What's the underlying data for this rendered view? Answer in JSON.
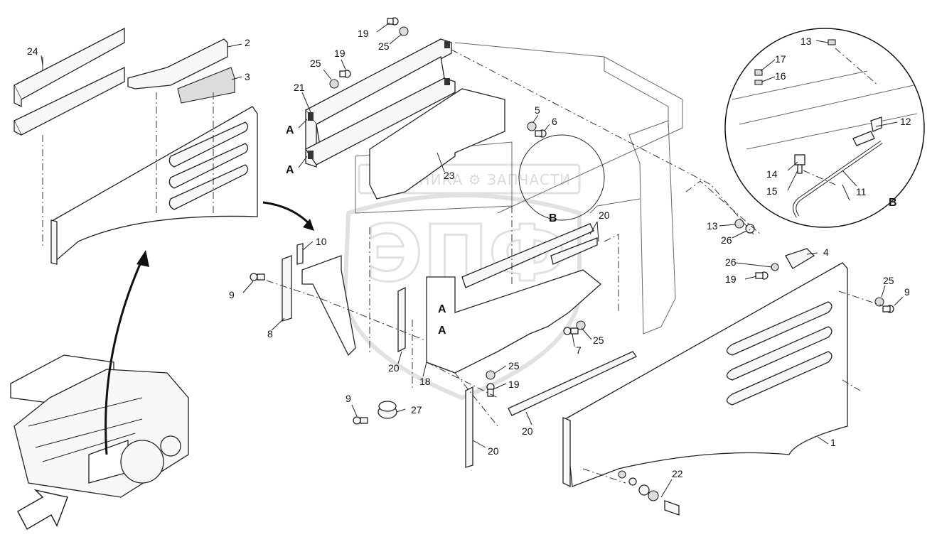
{
  "watermark": {
    "text": "ТЕХНИКА ⚙ ЗАПЧАСТИ",
    "logo": "ЭПФ"
  },
  "callouts": {
    "c24": "24",
    "c2": "2",
    "c3": "3",
    "c19a": "19",
    "c25a": "25",
    "c25b": "25",
    "c19b": "19",
    "c21": "21",
    "c5": "5",
    "c6": "6",
    "c23": "23",
    "cA1": "A",
    "cA2": "A",
    "c13a": "13",
    "c17": "17",
    "c16": "16",
    "c12": "12",
    "c14": "14",
    "c15": "15",
    "c11": "11",
    "cB1": "B",
    "cB2": "B",
    "c20a": "20",
    "c10": "10",
    "c9a": "9",
    "c8": "8",
    "cA3": "A",
    "cA4": "A",
    "c7": "7",
    "c25c": "25",
    "c20b": "20",
    "c25d": "25",
    "c19c": "19",
    "c18": "18",
    "c9b": "9",
    "c27": "27",
    "c20c": "20",
    "c20d": "20",
    "c13b": "13",
    "c26a": "26",
    "c4": "4",
    "c26b": "26",
    "c19d": "19",
    "c25e": "25",
    "c9c": "9",
    "c1": "1",
    "c22": "22"
  },
  "icons": {
    "view-arrow": "large-outline-arrow-icon",
    "machine": "paver-machine-icon"
  }
}
